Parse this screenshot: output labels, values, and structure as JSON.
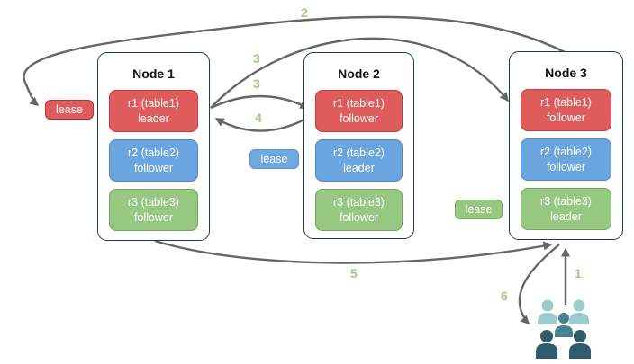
{
  "nodes": [
    {
      "title": "Node 1",
      "replicas": [
        {
          "name": "r1 (table1)",
          "role": "leader",
          "color": "red"
        },
        {
          "name": "r2 (table2)",
          "role": "follower",
          "color": "blue"
        },
        {
          "name": "r3 (table3)",
          "role": "follower",
          "color": "green"
        }
      ]
    },
    {
      "title": "Node 2",
      "replicas": [
        {
          "name": "r1 (table1)",
          "role": "follower",
          "color": "red"
        },
        {
          "name": "r2 (table2)",
          "role": "leader",
          "color": "blue"
        },
        {
          "name": "r3 (table3)",
          "role": "follower",
          "color": "green"
        }
      ]
    },
    {
      "title": "Node 3",
      "replicas": [
        {
          "name": "r1 (table1)",
          "role": "follower",
          "color": "red"
        },
        {
          "name": "r2 (table2)",
          "role": "follower",
          "color": "blue"
        },
        {
          "name": "r3 (table3)",
          "role": "leader",
          "color": "green"
        }
      ]
    }
  ],
  "leases": [
    {
      "label": "lease",
      "color": "red"
    },
    {
      "label": "lease",
      "color": "blue"
    },
    {
      "label": "lease",
      "color": "green"
    }
  ],
  "steps": {
    "s1": "1",
    "s2": "2",
    "s3a": "3",
    "s3b": "3",
    "s4": "4",
    "s5": "5",
    "s6": "6"
  },
  "icons": {
    "users_icon": "users-group"
  },
  "palette": {
    "red_fill": "#de5c5c",
    "red_border": "#c43f3f",
    "blue_fill": "#6ba5df",
    "blue_border": "#4e88c7",
    "green_fill": "#97c882",
    "green_border": "#6fa85a",
    "node_border": "#1e3a5f",
    "arrow": "#666666",
    "step_label": "#9cc983",
    "users_back_row": "#9ccbce",
    "users_middle": "#49828e",
    "users_front_row": "#2e5c6e"
  }
}
